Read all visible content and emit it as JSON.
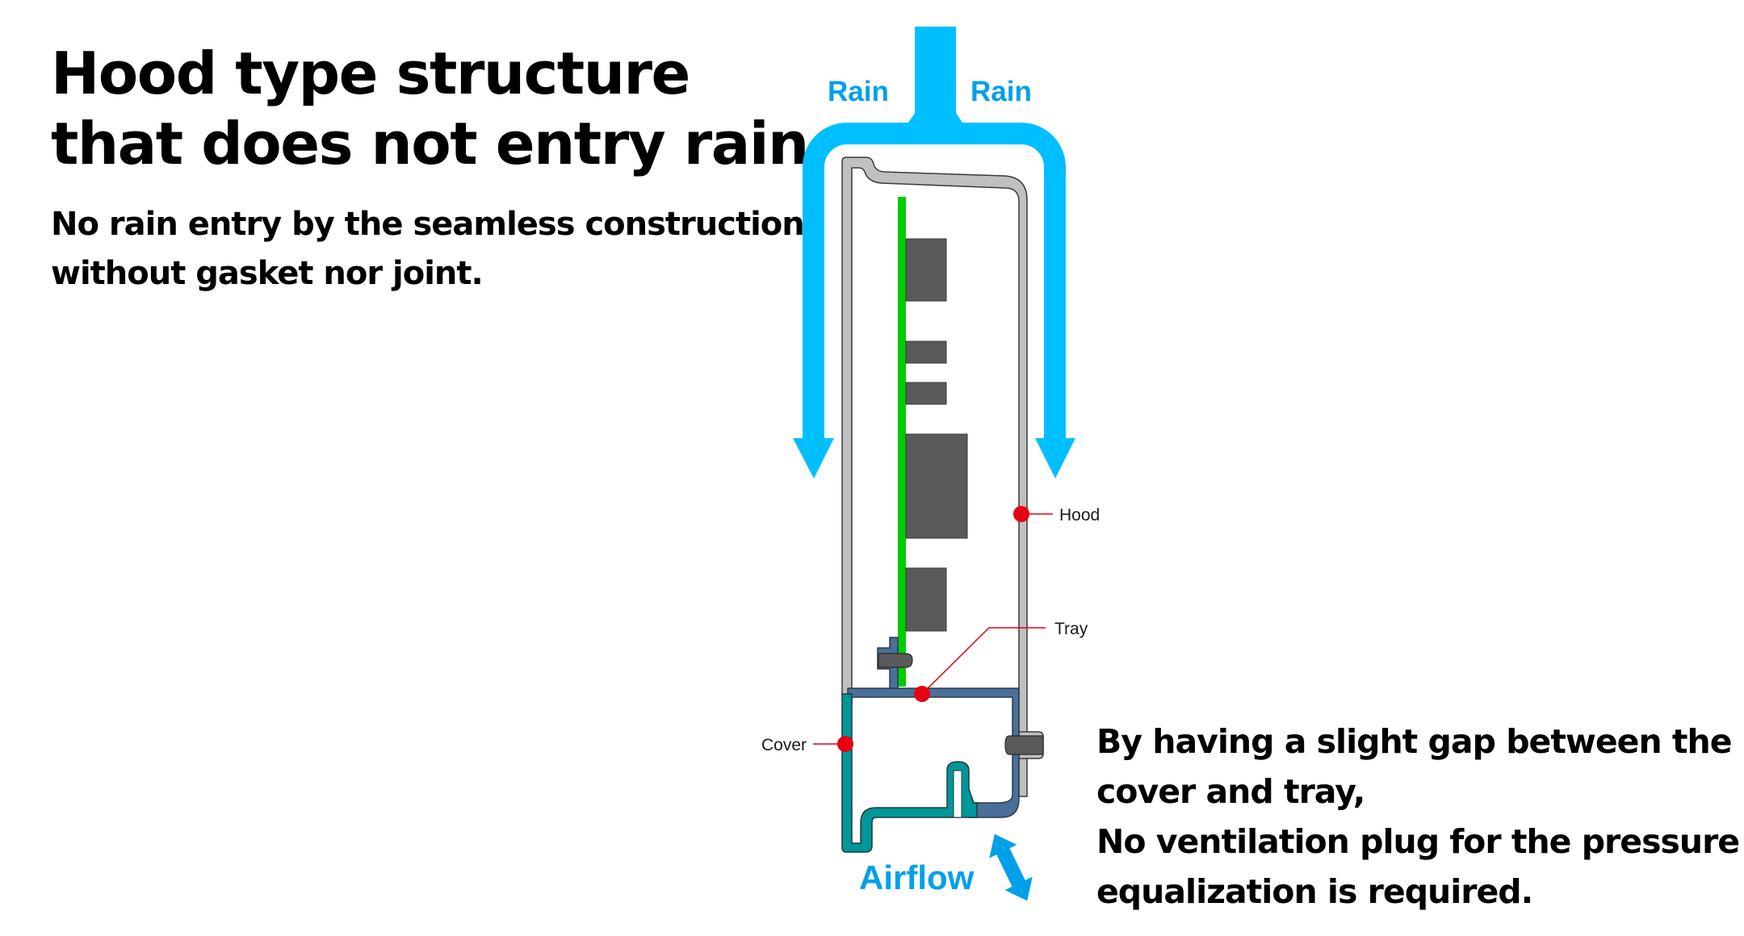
{
  "header": {
    "title_lines": [
      "Hood type structure",
      "that does not entry rain."
    ],
    "subtitle_lines": [
      "No rain entry by the seamless construction",
      "without gasket nor joint."
    ]
  },
  "diagram": {
    "rain_labels": [
      "Rain",
      "Rain"
    ],
    "airflow_label": "Airflow",
    "part_labels": {
      "hood": "Hood",
      "tray": "Tray",
      "cover": "Cover"
    },
    "colors": {
      "rain_arrow": "#00bfff",
      "airflow": "#00a0e9",
      "hood": "#c0c0c0",
      "pcb": "#00cc00",
      "component": "#5a5a5a",
      "tray": "#4a6f98",
      "cover": "#00979a",
      "marker": "#e60012"
    }
  },
  "note": {
    "lines": [
      "By having a slight gap between the",
      "cover and tray,",
      "No ventilation plug for the pressure",
      "equalization is required."
    ]
  }
}
